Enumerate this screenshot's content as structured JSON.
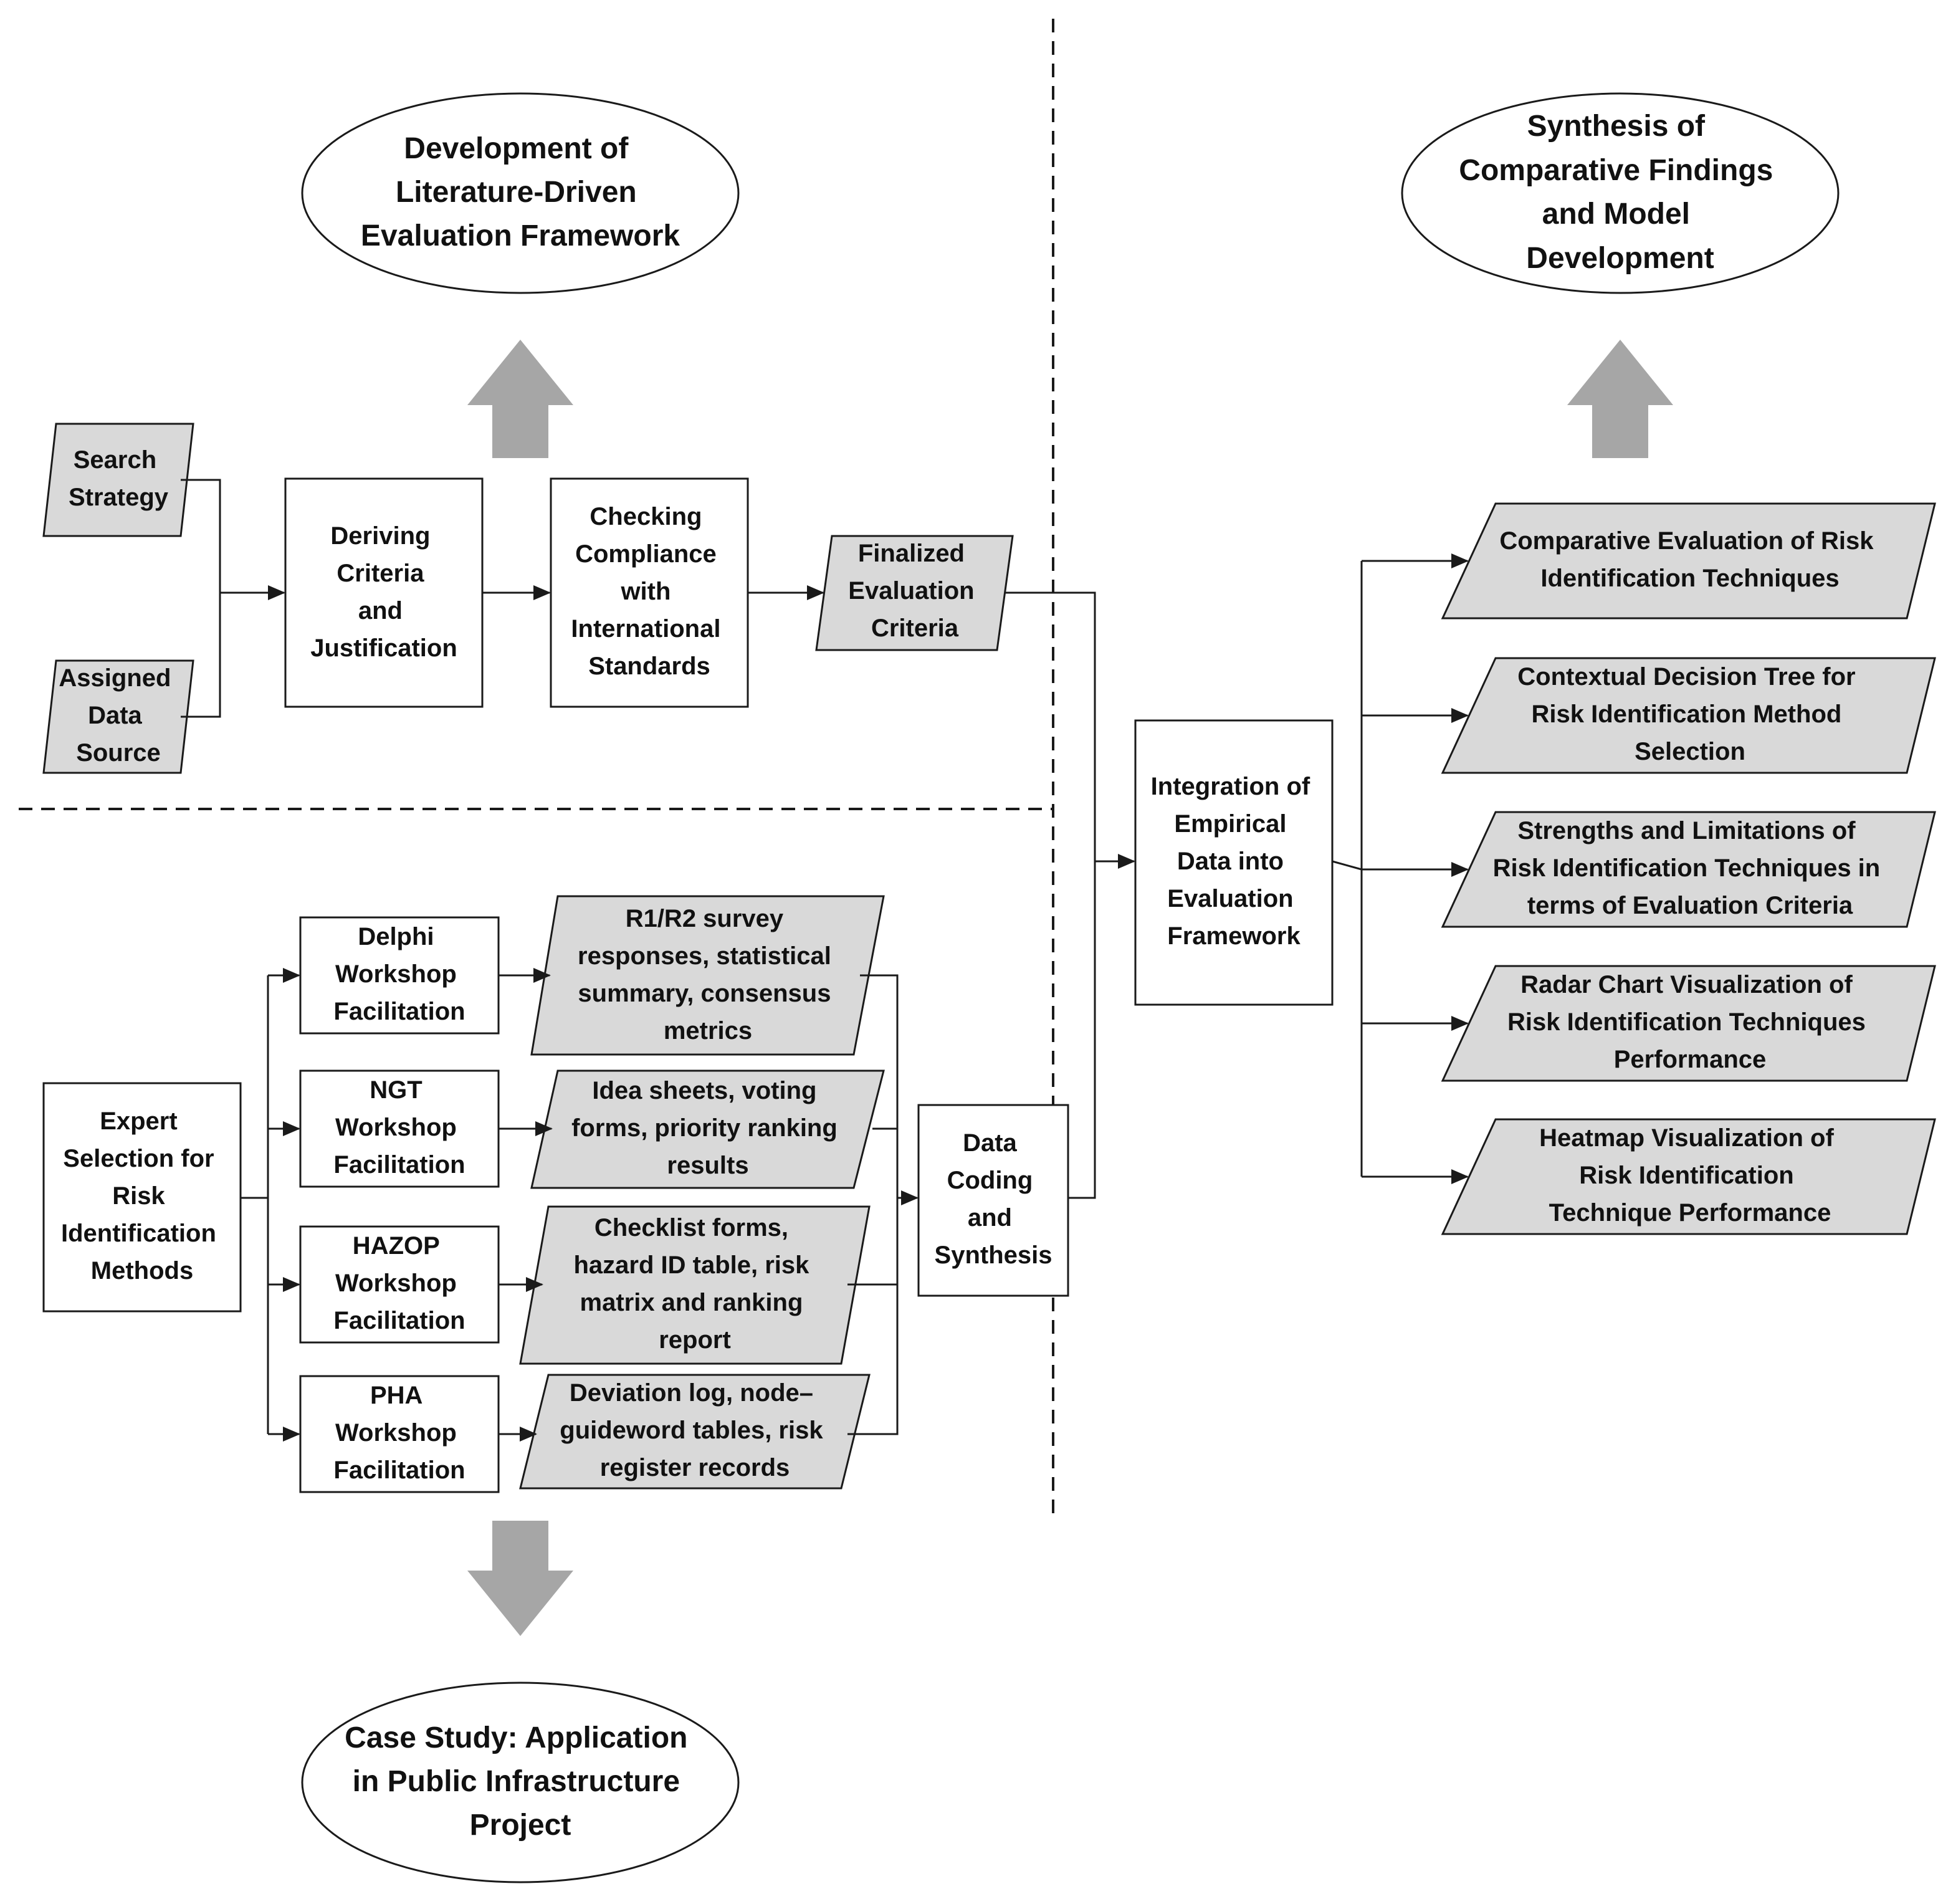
{
  "ellipses": {
    "framework": [
      "Development of",
      "Literature-Driven",
      "Evaluation Framework"
    ],
    "synthesis": [
      "Synthesis of",
      "Comparative Findings",
      "and Model",
      "Development"
    ],
    "case_study": [
      "Case Study: Application",
      "in Public Infrastructure",
      "Project"
    ]
  },
  "literature": {
    "search_strategy": [
      "Search",
      "Strategy"
    ],
    "assigned_data_source": [
      "Assigned",
      "Data",
      "Source"
    ],
    "deriving_criteria": [
      "Deriving",
      "Criteria",
      "and",
      "Justification"
    ],
    "checking_compliance": [
      "Checking",
      "Compliance",
      "with",
      "International",
      "Standards"
    ],
    "finalized_criteria": [
      "Finalized",
      "Evaluation",
      "Criteria"
    ]
  },
  "case_study": {
    "expert_selection": [
      "Expert",
      "Selection for",
      "Risk",
      "Identification",
      "Methods"
    ],
    "workshops": [
      {
        "name": [
          "Delphi",
          "Workshop",
          "Facilitation"
        ],
        "outputs": [
          "R1/R2 survey",
          "responses, statistical",
          "summary, consensus",
          "metrics"
        ]
      },
      {
        "name": [
          "NGT",
          "Workshop",
          "Facilitation"
        ],
        "outputs": [
          "Idea sheets, voting",
          "forms, priority ranking",
          "results"
        ]
      },
      {
        "name": [
          "HAZOP",
          "Workshop",
          "Facilitation"
        ],
        "outputs": [
          "Checklist forms,",
          "hazard ID table, risk",
          "matrix and ranking",
          "report"
        ]
      },
      {
        "name": [
          "PHA",
          "Workshop",
          "Facilitation"
        ],
        "outputs": [
          "Deviation log, node–",
          "guideword tables, risk",
          "register records"
        ]
      }
    ],
    "data_coding": [
      "Data",
      "Coding",
      "and",
      "Synthesis"
    ]
  },
  "integration": [
    "Integration of",
    "Empirical",
    "Data into",
    "Evaluation",
    "Framework"
  ],
  "results": [
    [
      "Comparative Evaluation of Risk",
      "Identification Techniques"
    ],
    [
      "Contextual Decision Tree for",
      "Risk Identification Method",
      "Selection"
    ],
    [
      "Strengths and Limitations of",
      "Risk Identification Techniques in",
      "terms of Evaluation Criteria"
    ],
    [
      "Radar Chart Visualization of",
      "Risk Identification Techniques",
      "Performance"
    ],
    [
      "Heatmap Visualization of",
      "Risk Identification",
      "Technique Performance"
    ]
  ],
  "colors": {
    "data_fill": "#d9d9d9",
    "big_arrow": "#a6a6a6",
    "stroke": "#1a1a1a"
  }
}
